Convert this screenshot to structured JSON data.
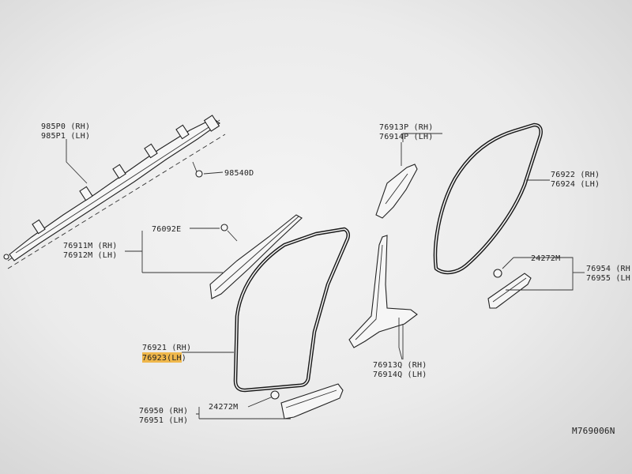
{
  "labels": {
    "p985p0": "985P0 (RH)",
    "p985p1": "985P1 (LH)",
    "p98540d": "98540D",
    "p76092e": "76092E",
    "p76911m": "76911M (RH)",
    "p76912m": "76912M (LH)",
    "p76921": "76921 (RH)",
    "p76923": "76923(LH)",
    "p76950": "76950 (RH)",
    "p76951": "76951 (LH)",
    "p24272m_front": "24272M",
    "p76913p": "76913P (RH)",
    "p76914p": "76914P (LH)",
    "p76913q": "76913Q (RH)",
    "p76914q": "76914Q (LH)",
    "p76922": "76922 (RH)",
    "p76924": "76924 (LH)",
    "p24272m_rear": "24272M",
    "p76954": "76954 (RH",
    "p76955": "76955 (LH",
    "diagram_id": "M769006N"
  },
  "colors": {
    "highlight": "#f0b13a",
    "line": "#222222",
    "background": "#ebebeb"
  }
}
